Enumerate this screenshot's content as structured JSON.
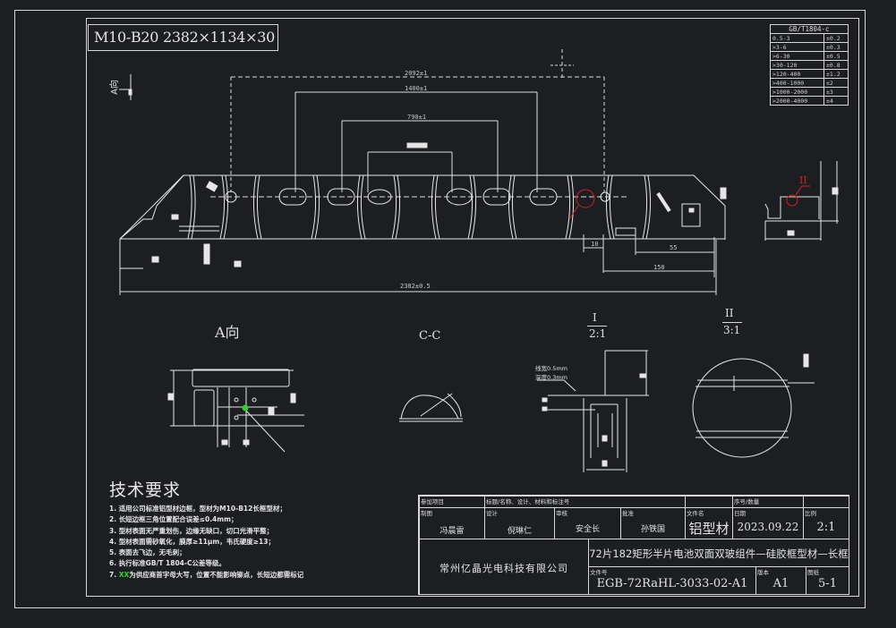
{
  "drawing": {
    "title": "M10-B20 2382×1134×30",
    "view_arrow_label": "A向",
    "dimensions": {
      "outer_span": "2092±1",
      "mid_span": "1400±1",
      "inner_span": "790±1",
      "total_length": "2382±0.5",
      "d_10": "10",
      "d_55": "55",
      "d_150": "150"
    },
    "views": {
      "view_a": "A向",
      "section_cc": "C-C",
      "detail_1_label": "I",
      "detail_1_scale": "2:1",
      "detail_2_label": "II",
      "detail_2_scale": "3:1",
      "detail_marker_2": "II"
    },
    "annotations": {
      "line_width": "线宽0.5mm",
      "depth": "深度0.3mm"
    },
    "colors": {
      "background": "#1c1e22",
      "line": "#e6e6e6",
      "detail_marker": "#d42020",
      "highlight": "#2fd12f"
    }
  },
  "tolerance_table": {
    "header": "GB/T1804-c",
    "rows": [
      {
        "range": "0.5-3",
        "tol": "±0.2"
      },
      {
        "range": ">3-6",
        "tol": "±0.3"
      },
      {
        "range": ">6-30",
        "tol": "±0.5"
      },
      {
        "range": ">30-120",
        "tol": "±0.8"
      },
      {
        "range": ">120-400",
        "tol": "±1.2"
      },
      {
        "range": ">400-1000",
        "tol": "±2"
      },
      {
        "range": ">1000-2000",
        "tol": "±3"
      },
      {
        "range": ">2000-4000",
        "tol": "±4"
      }
    ]
  },
  "tech_requirements": {
    "heading": "技术要求",
    "items": [
      {
        "prefix": "1. ",
        "highlight": "",
        "text": "适用公司标准铝型材边框，型材为M10-B12长框型材；"
      },
      {
        "prefix": "2. ",
        "highlight": "",
        "text": "长短边框三角位置配合误差≤0.4mm；"
      },
      {
        "prefix": "3. ",
        "highlight": "",
        "text": "型材表面无严重划伤，边缘无缺口，切口光滑平整；"
      },
      {
        "prefix": "4. ",
        "highlight": "",
        "text": "型材表面需砂氧化，膜厚≥11μm，韦氏硬度≥13；"
      },
      {
        "prefix": "5. ",
        "highlight": "",
        "text": "表面去飞边，无毛刺；"
      },
      {
        "prefix": "6. ",
        "highlight": "",
        "text": "执行标准GB/T 1804-C公差等级。"
      },
      {
        "prefix": "7. ",
        "highlight": "XX",
        "text": "为供应商首字母大写，位置不能影响铆点，长短边都需标记"
      }
    ]
  },
  "title_block": {
    "participants_label": "参加项目",
    "header_note": "标题/名称、设计、材料和标注号",
    "serial_qty_label": "序号/数量",
    "drawn_by_label": "制图",
    "drawn_by": "冯晨雷",
    "design_label": "设计",
    "design": "倪琳仁",
    "review_label": "审核",
    "review": "安全长",
    "approve_label": "批准",
    "approve": "孙铁国",
    "file_name_label": "文件名",
    "file_name": "铝型材",
    "date_label": "日期",
    "date": "2023.09.22",
    "scale_label": "比例",
    "scale": "2:1",
    "company": "常州亿晶光电科技有限公司",
    "part_title": "72片182矩形半片电池双面双玻组件—硅胶框型材—长框",
    "doc_no_label": "文件号",
    "doc_no": "EGB-72RaHL-3033-02-A1",
    "version_label": "版本",
    "version": "A1",
    "sheet_label": "图纸",
    "sheet": "5-1"
  }
}
